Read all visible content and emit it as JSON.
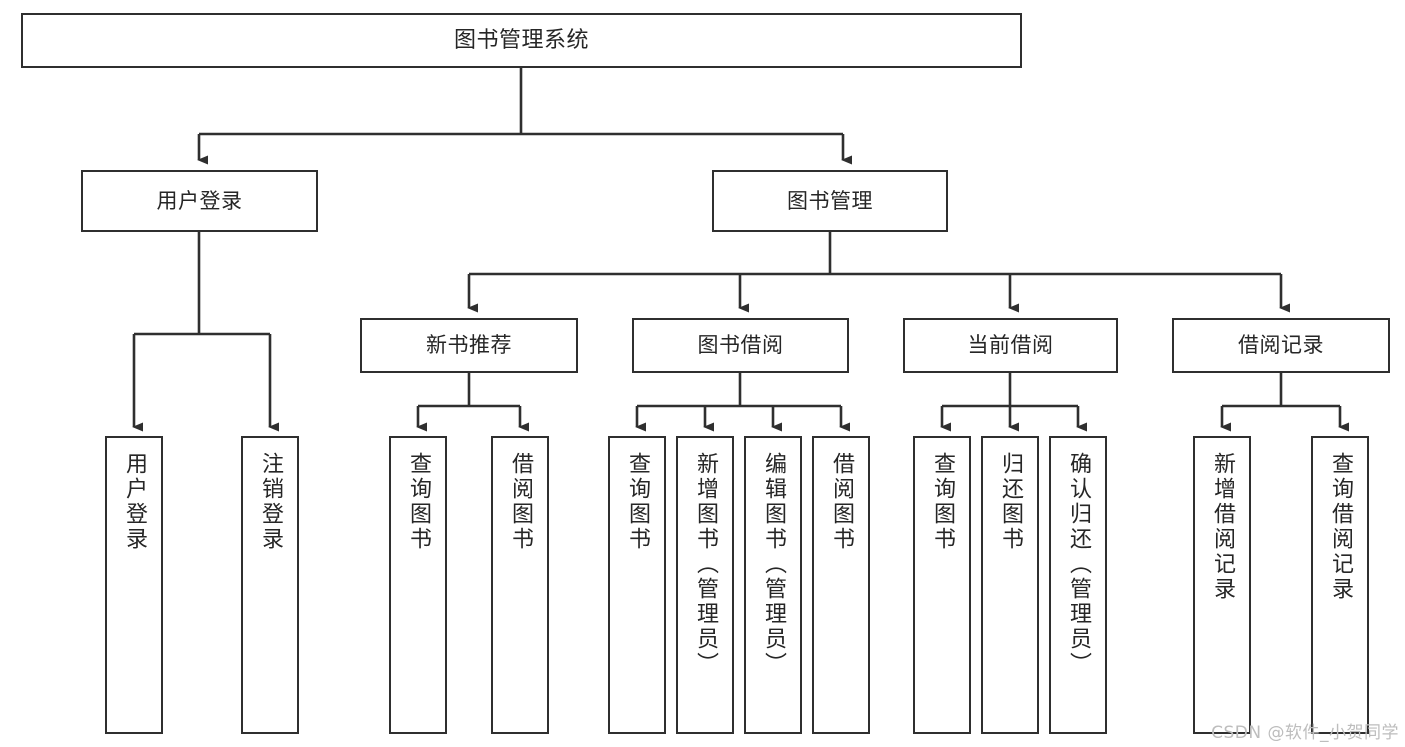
{
  "diagram": {
    "title": "图书管理系统",
    "type": "tree",
    "stroke_color": "#2f2f2f",
    "fill_color": "#ffffff",
    "text_color": "#262626",
    "watermark_color": "#bdbdbd"
  },
  "watermark": {
    "text": "CSDN @软件_小贺同学"
  },
  "nodes": {
    "root": {
      "label": "图书管理系统"
    },
    "level2": [
      {
        "label": "用户登录"
      },
      {
        "label": "图书管理"
      }
    ],
    "level3": [
      {
        "label": "新书推荐"
      },
      {
        "label": "图书借阅"
      },
      {
        "label": "当前借阅"
      },
      {
        "label": "借阅记录"
      }
    ],
    "leaves": {
      "user_login": [
        {
          "label": "用户登录"
        },
        {
          "label": "注销登录"
        }
      ],
      "new_book_recommend": [
        {
          "label": "查询图书"
        },
        {
          "label": "借阅图书"
        }
      ],
      "book_borrow": [
        {
          "label": "查询图书"
        },
        {
          "label": "新增图书（管理员）"
        },
        {
          "label": "编辑图书（管理员）"
        },
        {
          "label": "借阅图书"
        }
      ],
      "current_borrow": [
        {
          "label": "查询图书"
        },
        {
          "label": "归还图书"
        },
        {
          "label": "确认归还（管理员）"
        }
      ],
      "borrow_record": [
        {
          "label": "新增借阅记录"
        },
        {
          "label": "查询借阅记录"
        }
      ]
    }
  },
  "tree_structure": {
    "图书管理系统": {
      "用户登录": [
        "用户登录",
        "注销登录"
      ],
      "图书管理": {
        "新书推荐": [
          "查询图书",
          "借阅图书"
        ],
        "图书借阅": [
          "查询图书",
          "新增图书（管理员）",
          "编辑图书（管理员）",
          "借阅图书"
        ],
        "当前借阅": [
          "查询图书",
          "归还图书",
          "确认归还（管理员）"
        ],
        "借阅记录": [
          "新增借阅记录",
          "查询借阅记录"
        ]
      }
    }
  }
}
